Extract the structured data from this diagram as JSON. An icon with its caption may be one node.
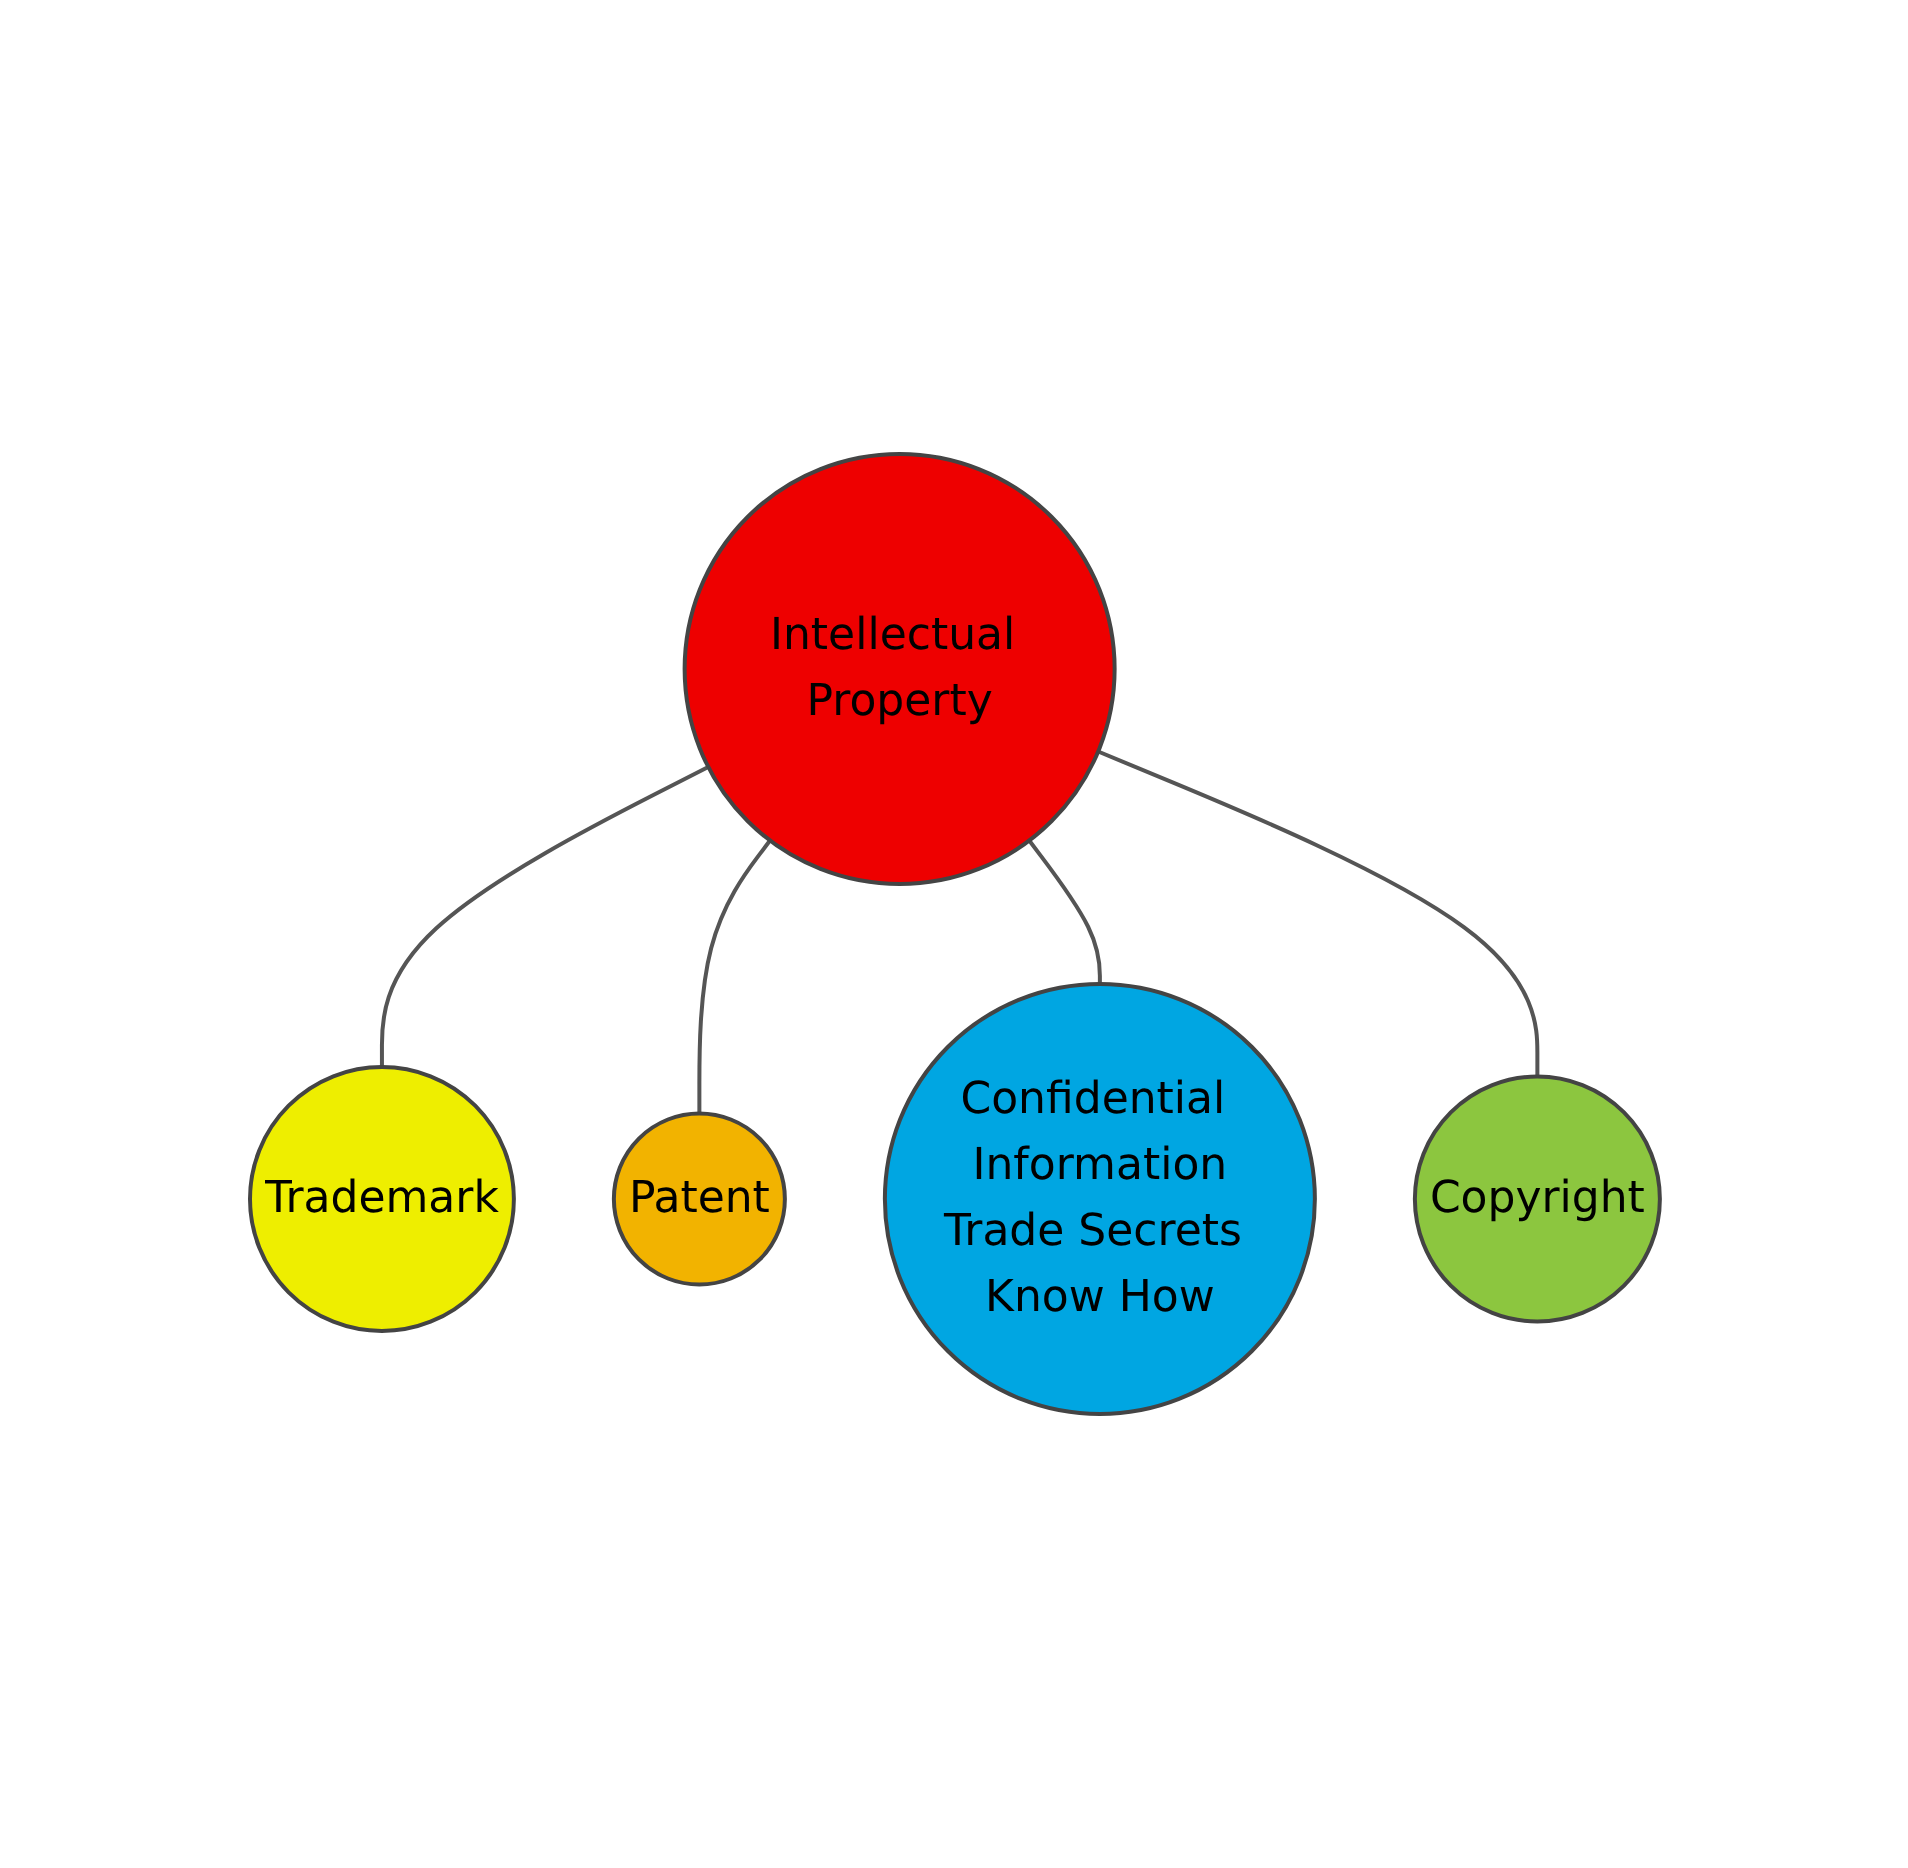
{
  "diagram": {
    "nodes": [
      {
        "text": [
          "Trademark"
        ]
      },
      {
        "text": [
          "Patent"
        ]
      },
      {
        "text": [
          "Intellectual Property"
        ]
      },
      {
        "text": [
          "Confidential Information",
          "Trade Secrets Know How"
        ]
      },
      {
        "text": [
          "Copyright"
        ]
      }
    ],
    "edges": [
      {
        "from": 2,
        "to": 0,
        "arrow": "none"
      },
      {
        "from": 2,
        "to": 1,
        "arrow": "none"
      },
      {
        "from": 2,
        "to": 3,
        "arrow": "none"
      },
      {
        "from": 2,
        "to": 4,
        "arrow": "none"
      }
    ]
  }
}
